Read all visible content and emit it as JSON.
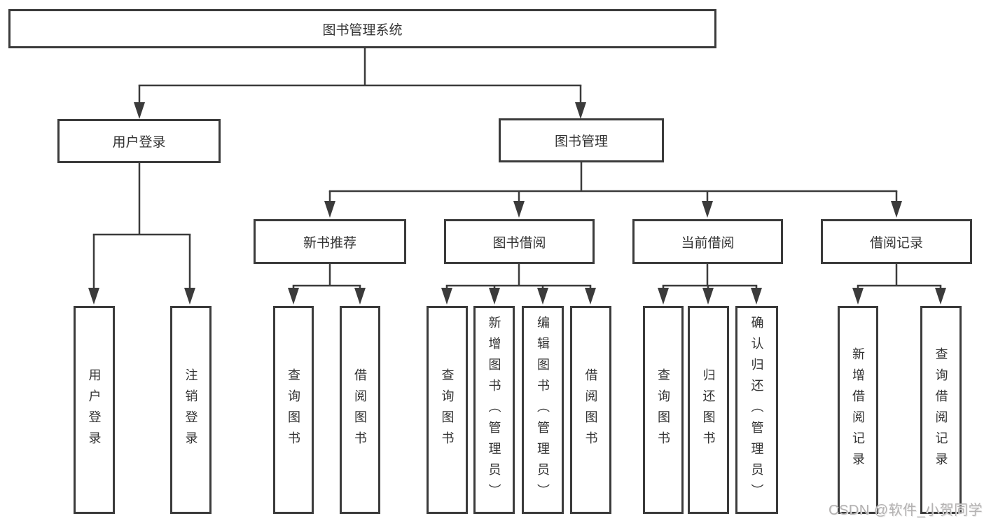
{
  "tree": {
    "root": {
      "label": "图书管理系统"
    },
    "branches": [
      {
        "label": "用户登录",
        "leaves": [
          {
            "label": "用户登录"
          },
          {
            "label": "注销登录"
          }
        ]
      },
      {
        "label": "图书管理",
        "children": [
          {
            "label": "新书推荐",
            "leaves": [
              {
                "label": "查询图书"
              },
              {
                "label": "借阅图书"
              }
            ]
          },
          {
            "label": "图书借阅",
            "leaves": [
              {
                "label": "查询图书"
              },
              {
                "label": "新增图书（管理员）"
              },
              {
                "label": "编辑图书（管理员）"
              },
              {
                "label": "借阅图书"
              }
            ]
          },
          {
            "label": "当前借阅",
            "leaves": [
              {
                "label": "查询图书"
              },
              {
                "label": "归还图书"
              },
              {
                "label": "确认归还（管理员）"
              }
            ]
          },
          {
            "label": "借阅记录",
            "leaves": [
              {
                "label": "新增借阅记录"
              },
              {
                "label": "查询借阅记录"
              }
            ]
          }
        ]
      }
    ]
  },
  "watermark": {
    "text": "CSDN @软件_小贺同学"
  },
  "colors": {
    "line": "#3b3b3b",
    "border": "#3b3b3b",
    "text": "#333333",
    "watermark": "#b4b2b2",
    "background": "#ffffff"
  }
}
